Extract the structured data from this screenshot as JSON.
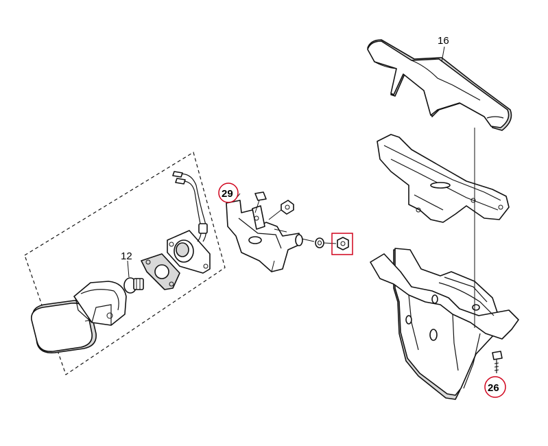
{
  "callouts": {
    "c16": "16",
    "c12": "12",
    "c29": "29",
    "c26": "26"
  },
  "colors": {
    "highlight": "#d0021b",
    "line": "#111111"
  }
}
